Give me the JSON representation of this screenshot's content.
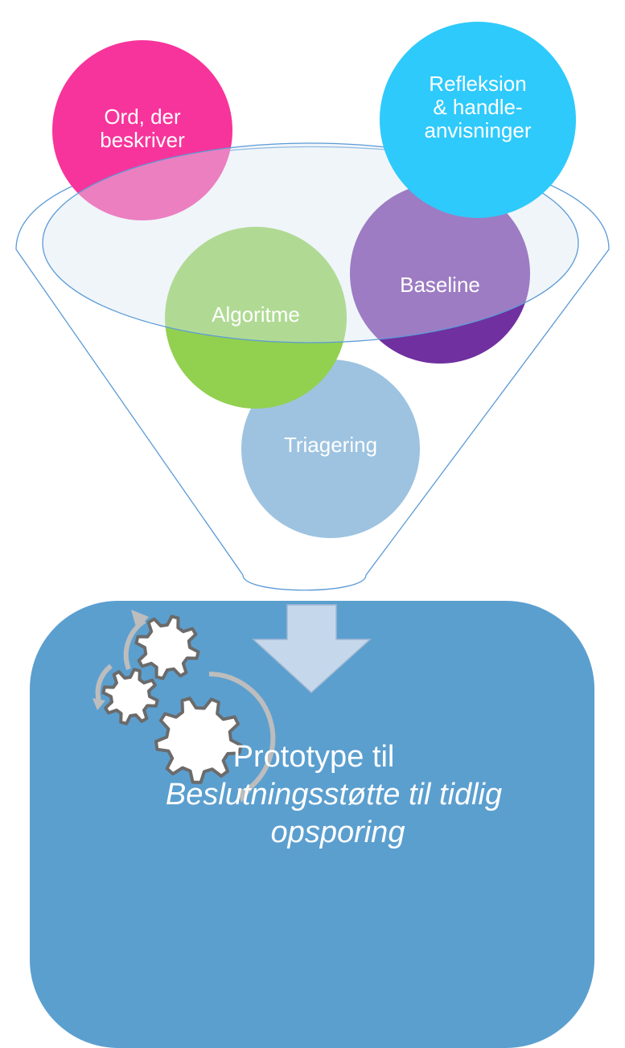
{
  "circles": {
    "ord": {
      "line1": "Ord, der",
      "line2": "beskriver",
      "color": "#f7349b"
    },
    "refleksion": {
      "line1": "Refleksion",
      "line2": "& handle-",
      "line3": "anvisninger",
      "color": "#2ecafb"
    },
    "algoritme": {
      "label": "Algoritme",
      "color": "#92d050"
    },
    "baseline": {
      "label": "Baseline",
      "color": "#7030a0"
    },
    "triagering": {
      "label": "Triagering",
      "color": "#9dc3e0"
    }
  },
  "funnel": {
    "outline_color": "#5b9bd5",
    "rim_fill": "#dce6f2"
  },
  "result": {
    "line1": "Prototype til",
    "line2": "Beslutningsstøtte til tidlig",
    "line3": "opsporing",
    "color": "#5b9fcf"
  },
  "arrow_color": "#c5d7ea",
  "gears_icon": "gears-cycle-icon"
}
